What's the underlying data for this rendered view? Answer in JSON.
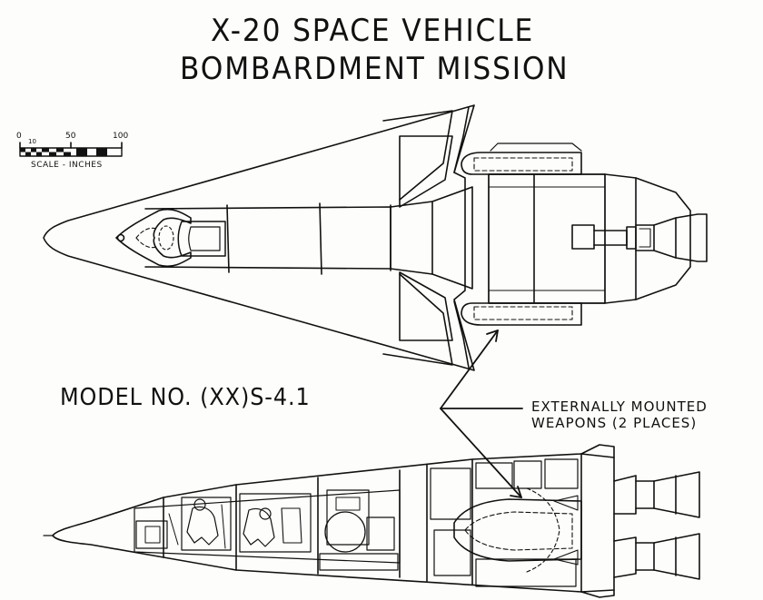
{
  "title": {
    "line1": "X-20 SPACE VEHICLE",
    "line2": "BOMBARDMENT MISSION"
  },
  "model": "MODEL NO. (XX)S-4.1",
  "callout": {
    "line1": "EXTERNALLY MOUNTED",
    "line2": "WEAPONS (2 PLACES)"
  },
  "scale_bar": {
    "caption": "SCALE - INCHES",
    "ticks": [
      "0",
      "10",
      "50",
      "100"
    ]
  },
  "colors": {
    "ink": "#111111",
    "paper": "#fdfdfb"
  }
}
